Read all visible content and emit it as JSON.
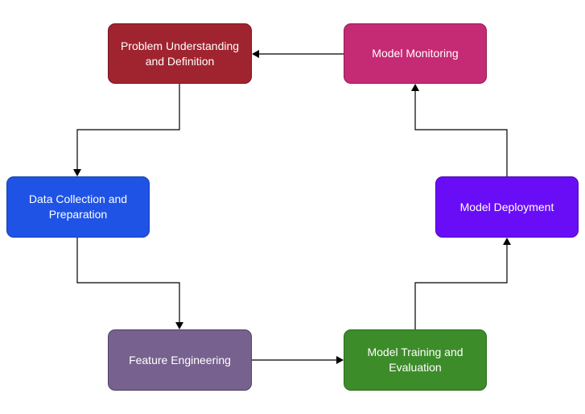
{
  "nodes": {
    "problem": {
      "line1": "Problem Understanding",
      "line2": "and Definition",
      "color": "#a0242f"
    },
    "data": {
      "line1": "Data Collection and",
      "line2": "Preparation",
      "color": "#1f53e6"
    },
    "feature": {
      "line1": "Feature Engineering",
      "color": "#77618e"
    },
    "train": {
      "line1": "Model Training and",
      "line2": "Evaluation",
      "color": "#3d8c2a"
    },
    "deploy": {
      "line1": "Model Deployment",
      "color": "#6a0df7"
    },
    "monitor": {
      "line1": "Model Monitoring",
      "color": "#c52a74"
    }
  },
  "edges": [
    {
      "from": "problem",
      "to": "data"
    },
    {
      "from": "data",
      "to": "feature"
    },
    {
      "from": "feature",
      "to": "train"
    },
    {
      "from": "train",
      "to": "deploy"
    },
    {
      "from": "deploy",
      "to": "monitor"
    },
    {
      "from": "monitor",
      "to": "problem"
    }
  ]
}
